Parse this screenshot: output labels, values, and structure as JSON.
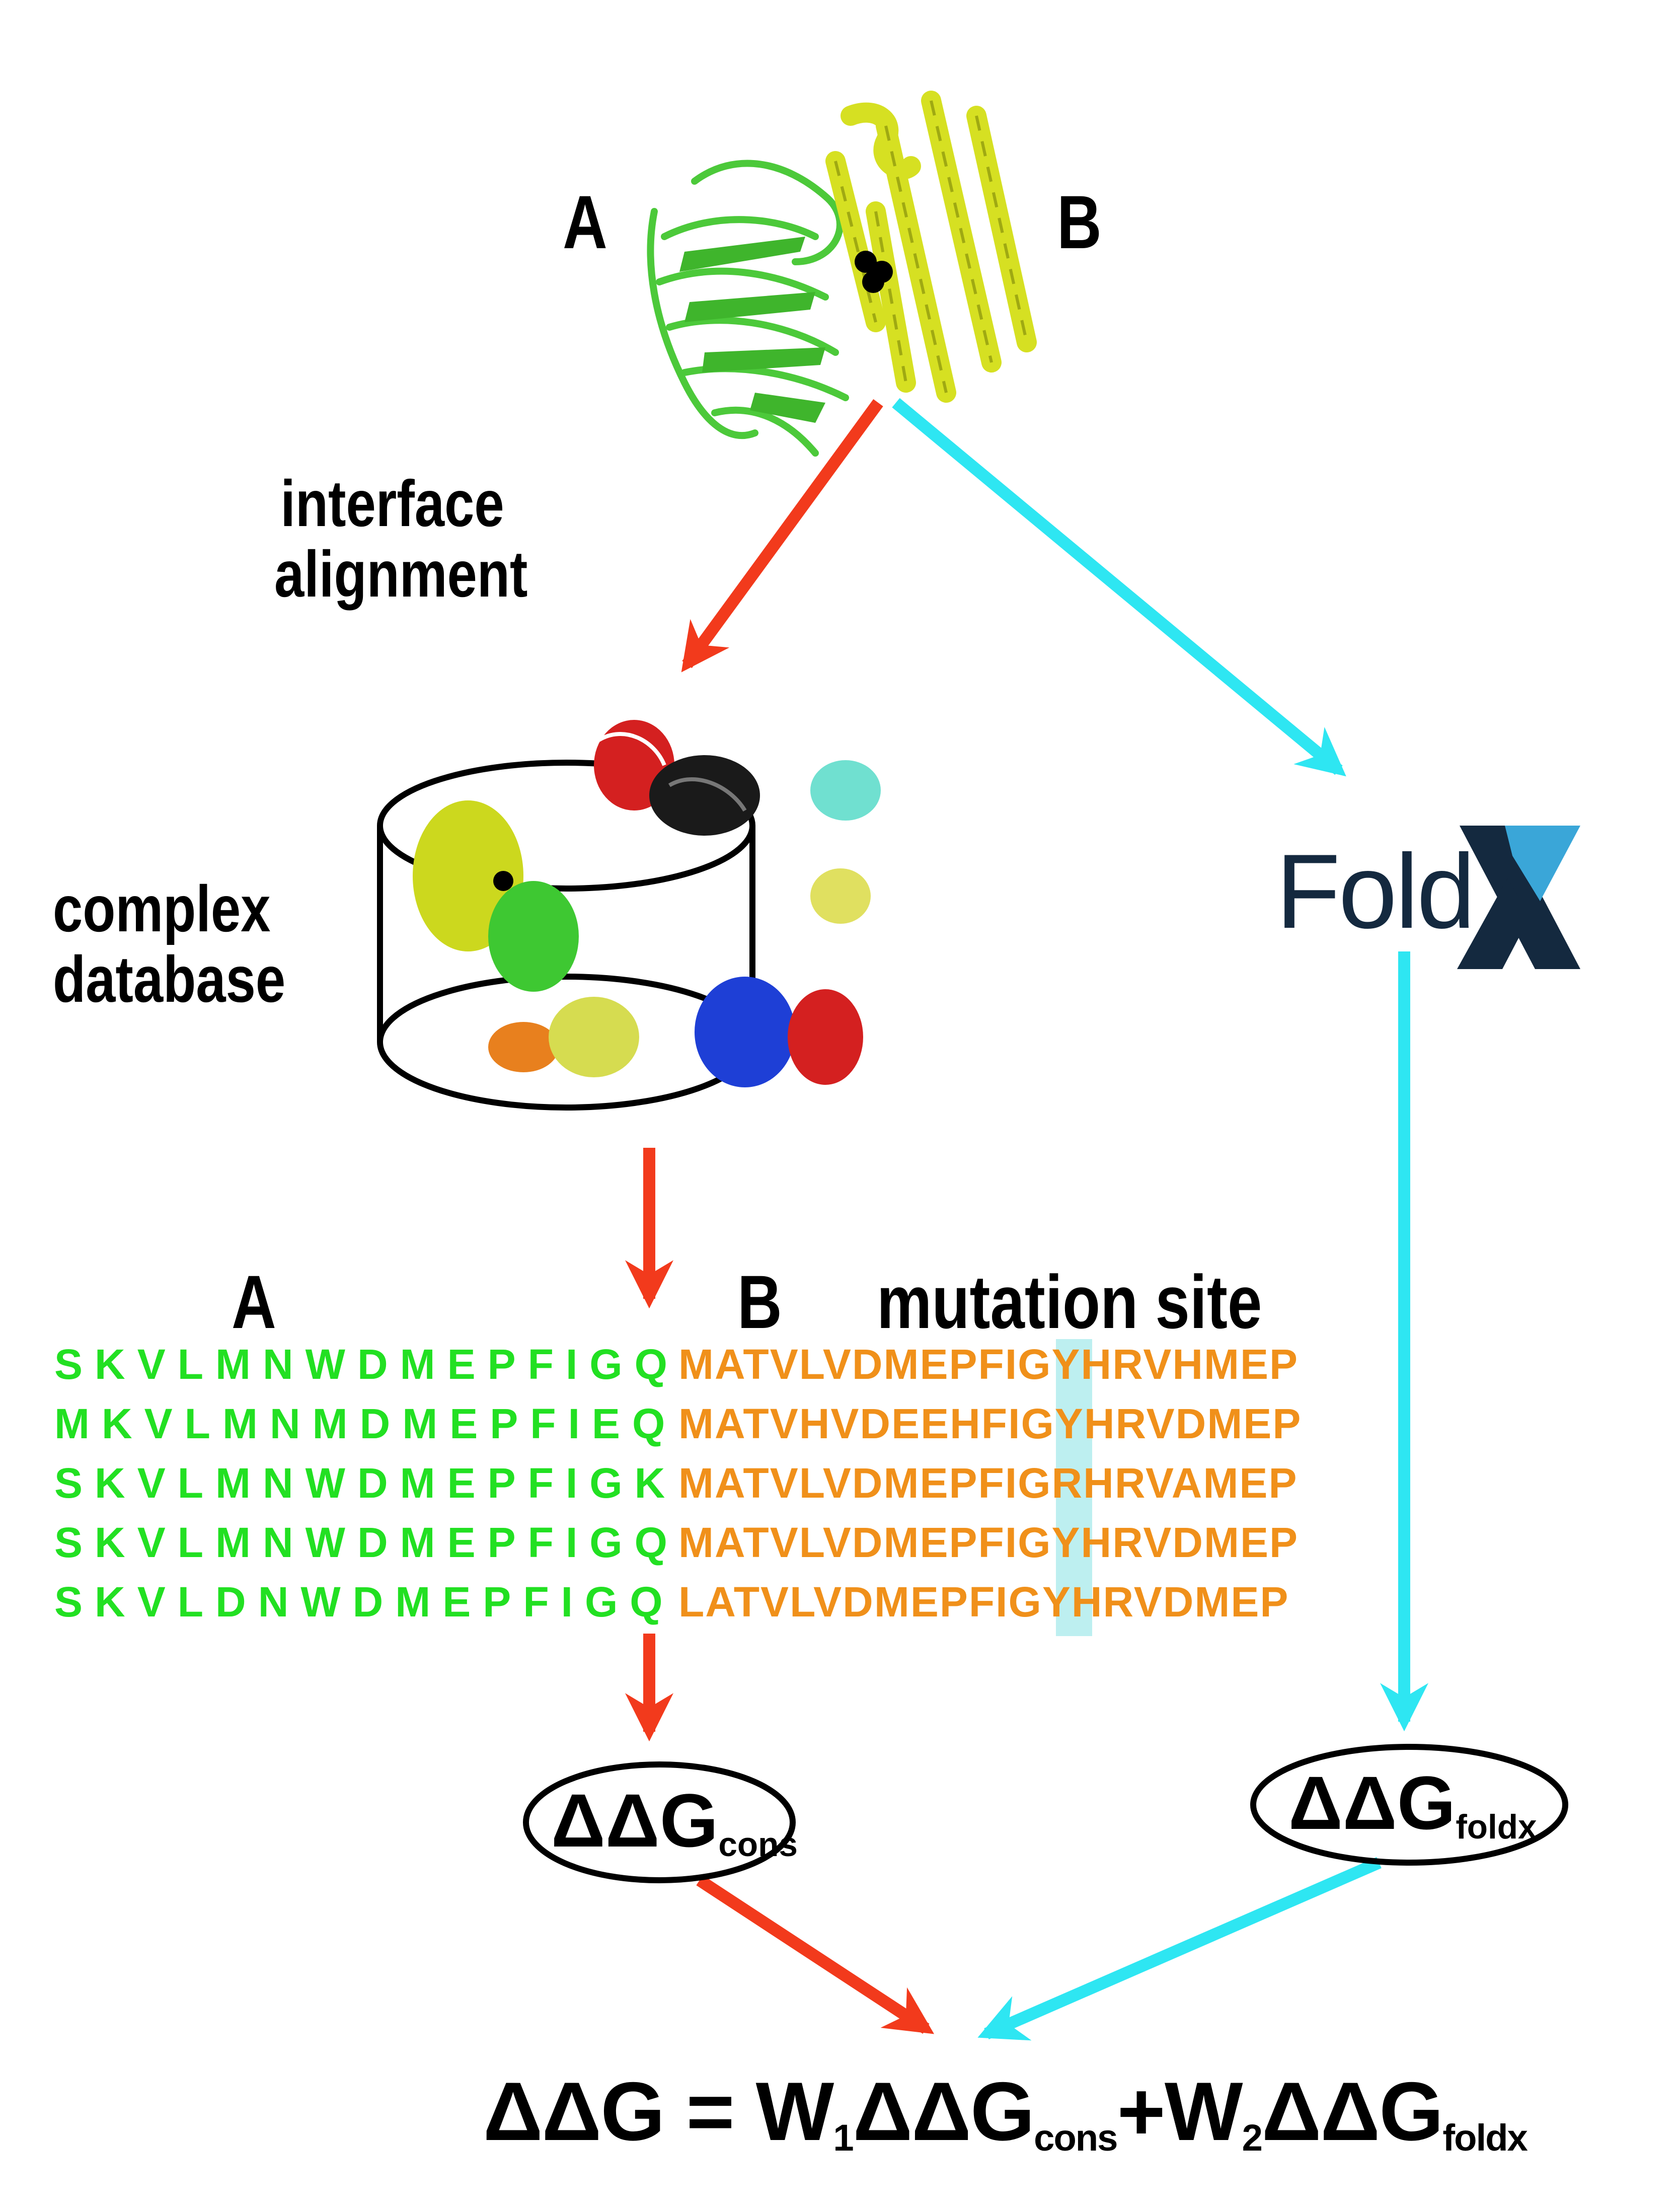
{
  "protein_labels": {
    "left_chain": "A",
    "right_chain": "B"
  },
  "left_branch_label": [
    "interface",
    "alignment"
  ],
  "database_label": [
    "complex",
    "database"
  ],
  "foldx_logo": "Fold",
  "alignment_headers": {
    "chain_a": "A",
    "chain_b": "B",
    "mutation": "mutation site"
  },
  "sequences": {
    "chain_a": [
      "SKVLMNWDMEPFIGQ",
      "MKVLMNMDMEPFIEQ",
      "SKVLMNWDMEPFIGK",
      "SKVLMNWDMEPFIGQ",
      "SKVLDNWDMEPFIGQ"
    ],
    "chain_b": [
      "MATVLVDMEPFIGYHRVHMEP",
      "MATVHVDEEHFIGYHRVDMEP",
      "MATVLVDMEPFIGRHRVAMEP",
      "MATVLVDMEPFIGYHRVDMEP",
      "LATVLVDMEPFIGYHRVDMEP"
    ]
  },
  "nodes": {
    "cons": {
      "symbol": "ΔΔG",
      "sub": "cons"
    },
    "foldx": {
      "symbol": "ΔΔG",
      "sub": "foldx"
    }
  },
  "formula": {
    "lhs": "ΔΔG",
    "eq": "=",
    "w1": "W",
    "w1_sub": "1",
    "t1": "ΔΔG",
    "t1_sub": "cons",
    "plus": "+",
    "w2": "W",
    "w2_sub": "2",
    "t2": "ΔΔG",
    "t2_sub": "foldx"
  },
  "colors": {
    "structural_path": "#f23a1c",
    "energy_path": "#2ee6f2",
    "chain_a_seq": "#22e022",
    "chain_b_seq": "#f0901a",
    "mutation_highlight": "#bdeff0",
    "foldx_dark": "#14293f",
    "foldx_light": "#3aa6d8"
  }
}
